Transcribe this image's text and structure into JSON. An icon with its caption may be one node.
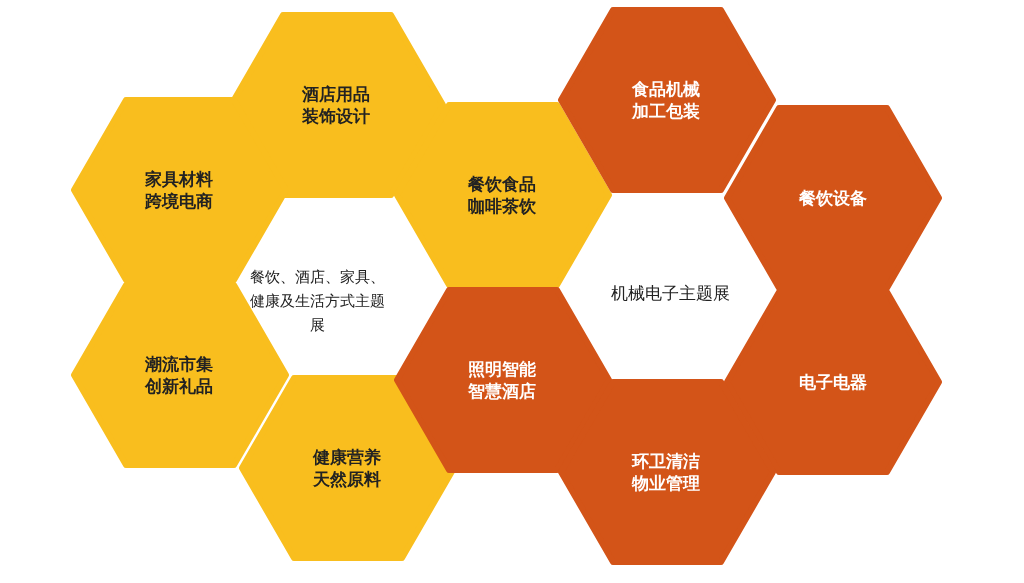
{
  "diagram": {
    "nodes": [
      {
        "text": [
          "酒店用品装饰设计"
        ]
      },
      {
        "text": [
          "家具材料跨境电商"
        ]
      },
      {
        "text": [
          "餐饮食品咖啡茶饮"
        ]
      },
      {
        "text": [
          "潮流市集创新礼品"
        ]
      },
      {
        "text": [
          "健康营养天然原料"
        ]
      },
      {
        "text": [
          "食品机械加工包装"
        ]
      },
      {
        "text": [
          "餐饮设备"
        ]
      },
      {
        "text": [
          "照明智能智慧酒店"
        ]
      },
      {
        "text": [
          "电子电器"
        ]
      },
      {
        "text": [
          "环卫清洁物业管理"
        ]
      }
    ],
    "labels": [
      "餐饮、酒店、家具、健康及生活方式主题展",
      "机械电子主题展"
    ]
  }
}
